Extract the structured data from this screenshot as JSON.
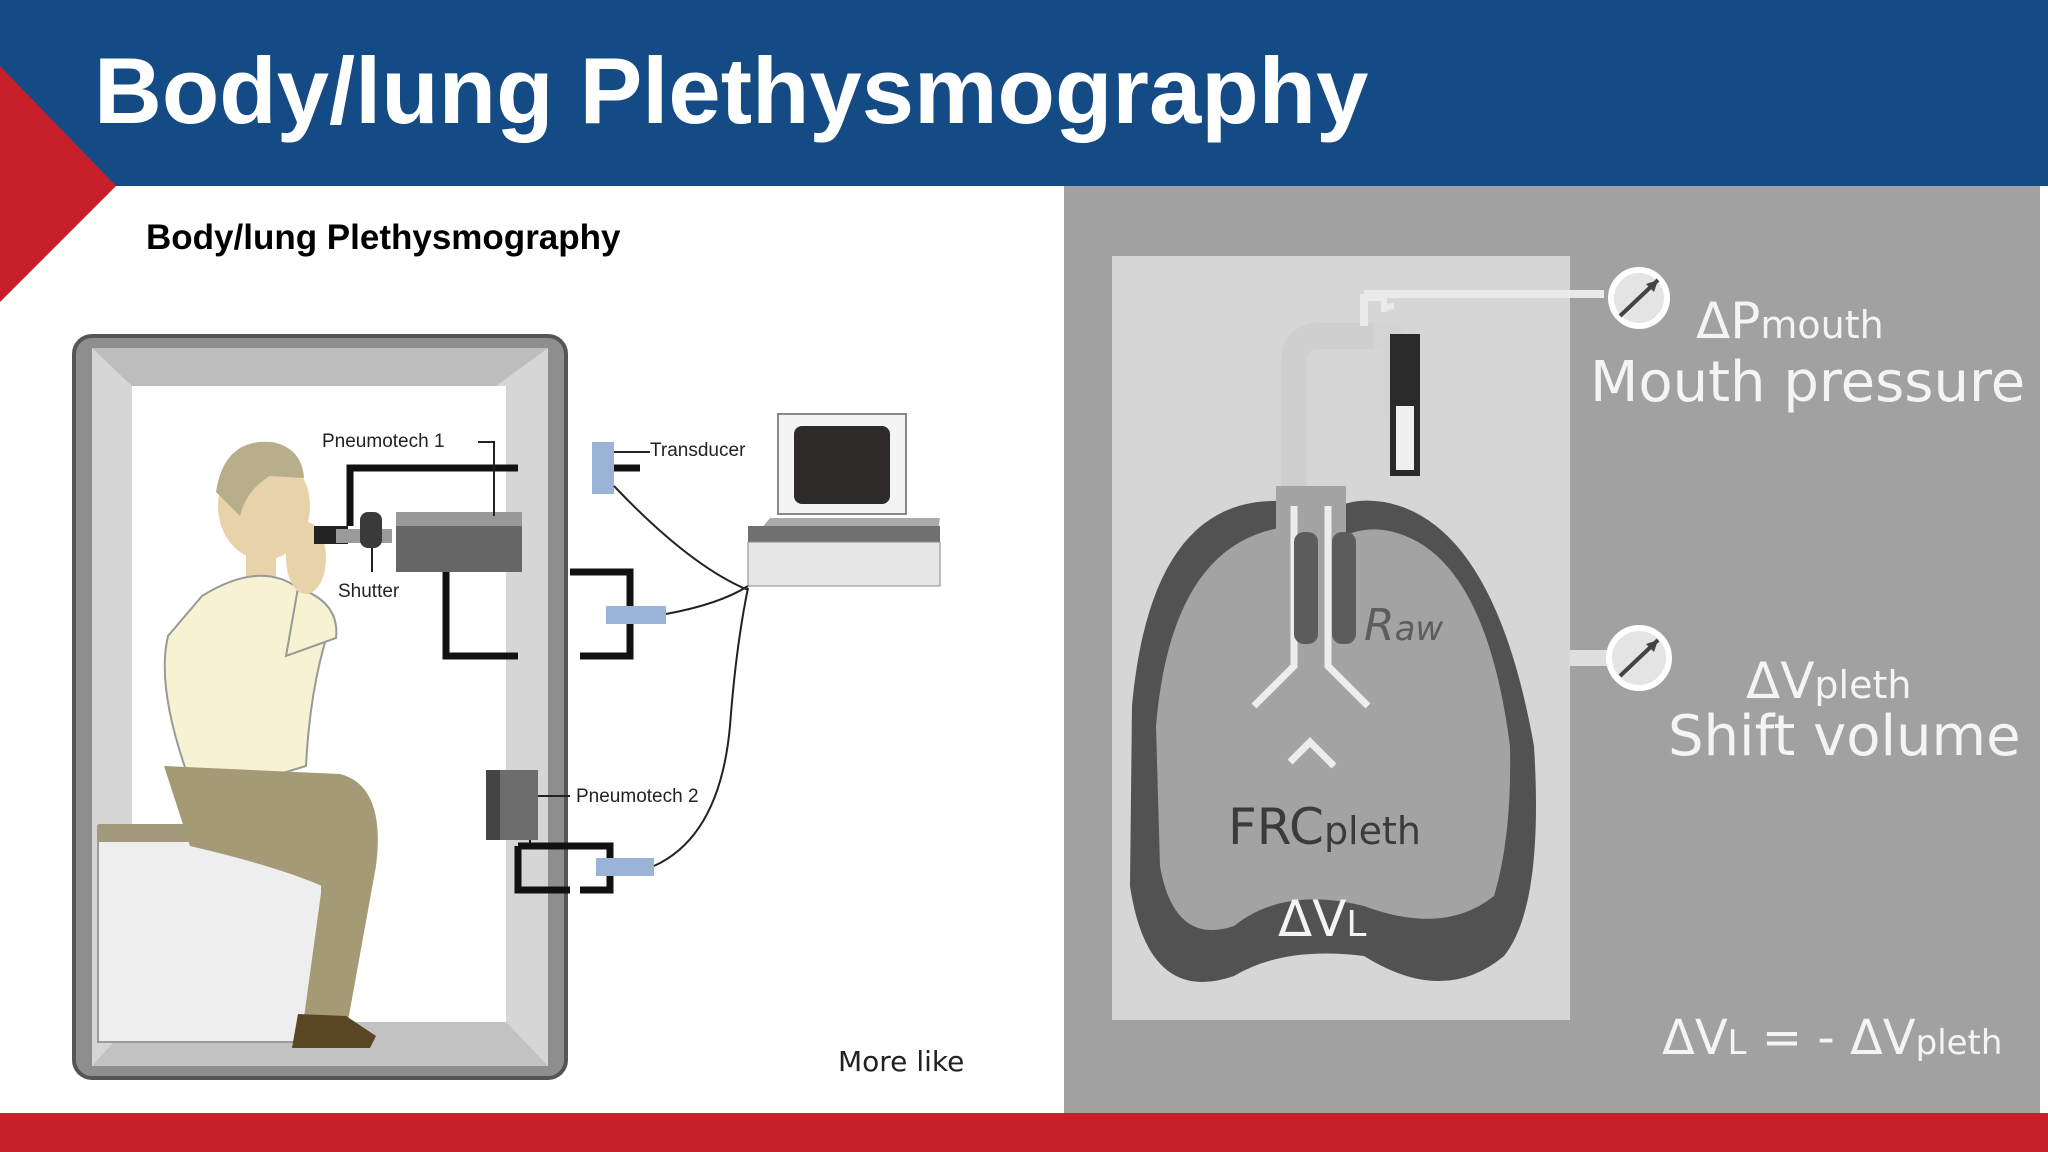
{
  "slide": {
    "title": "Body/lung Plethysmography",
    "subtitle": "Body/lung Plethysmography",
    "colors": {
      "header": "#144b85",
      "accent_red": "#c8202b",
      "right_panel": "#a1a1a1"
    }
  },
  "left_diagram": {
    "labels": {
      "pneumotech1": "Pneumotech 1",
      "transducer": "Transducer",
      "shutter": "Shutter",
      "pneumotech2": "Pneumotech 2"
    },
    "more_like": "More like"
  },
  "right_diagram": {
    "raw_main": "R",
    "raw_sub": "aw",
    "frc_main": "FRC",
    "frc_sub": "pleth",
    "dvl_main": "ΔV",
    "dvl_sub": "L",
    "dpmouth_main": "ΔP",
    "dpmouth_sub": "mouth",
    "mouth_pressure": "Mouth pressure",
    "dvpleth_main": "ΔV",
    "dvpleth_sub": "pleth",
    "shift_volume": "Shift volume",
    "equation_lhs_main": "ΔV",
    "equation_lhs_sub": "L",
    "equation_mid": " = - ΔV",
    "equation_rhs_sub": "pleth"
  }
}
